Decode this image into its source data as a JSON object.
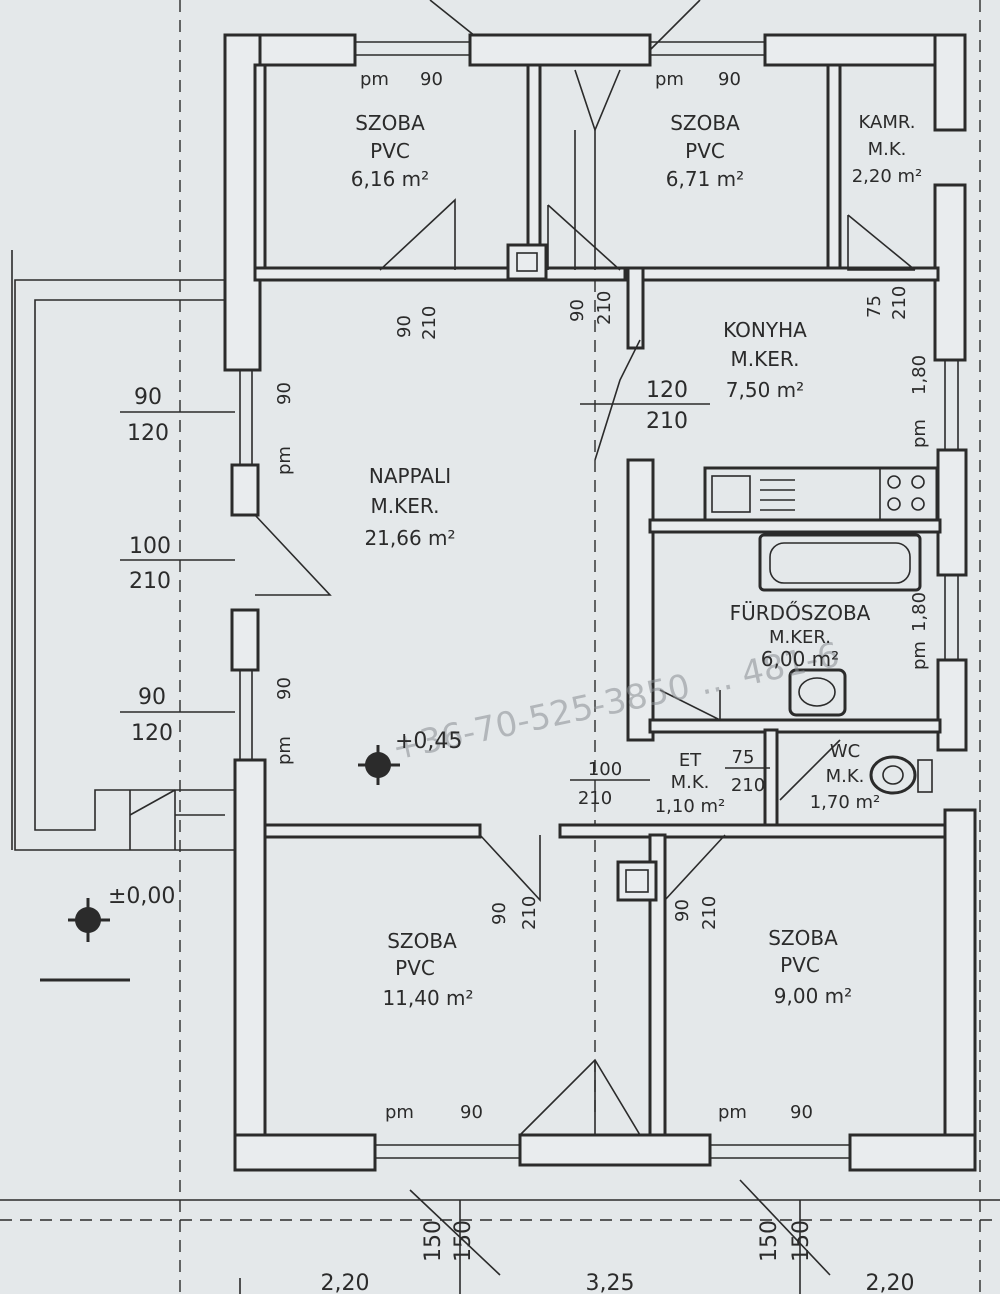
{
  "rooms": {
    "szoba_top_left": {
      "name": "SZOBA",
      "floor": "PVC",
      "area": "6,16 m²"
    },
    "szoba_top_mid": {
      "name": "SZOBA",
      "floor": "PVC",
      "area": "6,71 m²"
    },
    "kamra": {
      "name": "KAMR.",
      "floor": "M.K.",
      "area": "2,20 m²"
    },
    "konyha": {
      "name": "KONYHA",
      "floor": "M.KER.",
      "area": "7,50 m²"
    },
    "nappali": {
      "name": "NAPPALI",
      "floor": "M.KER.",
      "area": "21,66 m²"
    },
    "furdoszoba": {
      "name": "FÜRDŐSZOBA",
      "floor": "M.KER.",
      "area": "6,00 m²"
    },
    "eloter": {
      "name": "ET",
      "floor": "M.K.",
      "area": "1,10 m²"
    },
    "wc": {
      "name": "WC",
      "floor": "M.K.",
      "area": "1,70 m²"
    },
    "szoba_bottom_left": {
      "name": "SZOBA",
      "floor": "PVC",
      "area": "11,40 m²"
    },
    "szoba_bottom_right": {
      "name": "SZOBA",
      "floor": "PVC",
      "area": "9,00 m²"
    }
  },
  "window_marks": {
    "top_left": {
      "pm": "pm",
      "w": "90"
    },
    "top_mid": {
      "pm": "pm",
      "w": "90"
    },
    "bottom_left": {
      "pm": "pm",
      "w": "90"
    },
    "bottom_right": {
      "pm": "pm",
      "w": "90"
    },
    "left_upper": {
      "pm": "pm",
      "w": "90"
    },
    "left_lower": {
      "pm": "pm",
      "w": "90"
    },
    "right_konyha": {
      "pm": "pm",
      "w": "1,80"
    },
    "right_furdo": {
      "pm": "pm",
      "w": "1,80"
    }
  },
  "door_marks": {
    "d1": {
      "w": "90",
      "h": "210"
    },
    "d2": {
      "w": "90",
      "h": "210"
    },
    "d3": {
      "w": "75",
      "h": "210"
    },
    "konyha_opening": {
      "w": "120",
      "h": "210"
    },
    "et_door": {
      "w": "100",
      "h": "210"
    },
    "wc_door": {
      "w": "75",
      "h": "210"
    },
    "d_bottom_left": {
      "w": "90",
      "h": "210"
    },
    "d_bottom_right": {
      "w": "90",
      "h": "210"
    },
    "terrace_1": {
      "w": "90",
      "h": "120"
    },
    "terrace_2": {
      "w": "100",
      "h": "210"
    },
    "terrace_3": {
      "w": "90",
      "h": "120"
    }
  },
  "levels": {
    "inside": "+0,45",
    "outside": "±0,00"
  },
  "dimensions": {
    "bottom_row": [
      "150",
      "150",
      "150",
      "150"
    ],
    "footer": [
      "2,20",
      "3,25",
      "2,20"
    ]
  },
  "watermark": "+36-70-525-3850 ... 481-6"
}
